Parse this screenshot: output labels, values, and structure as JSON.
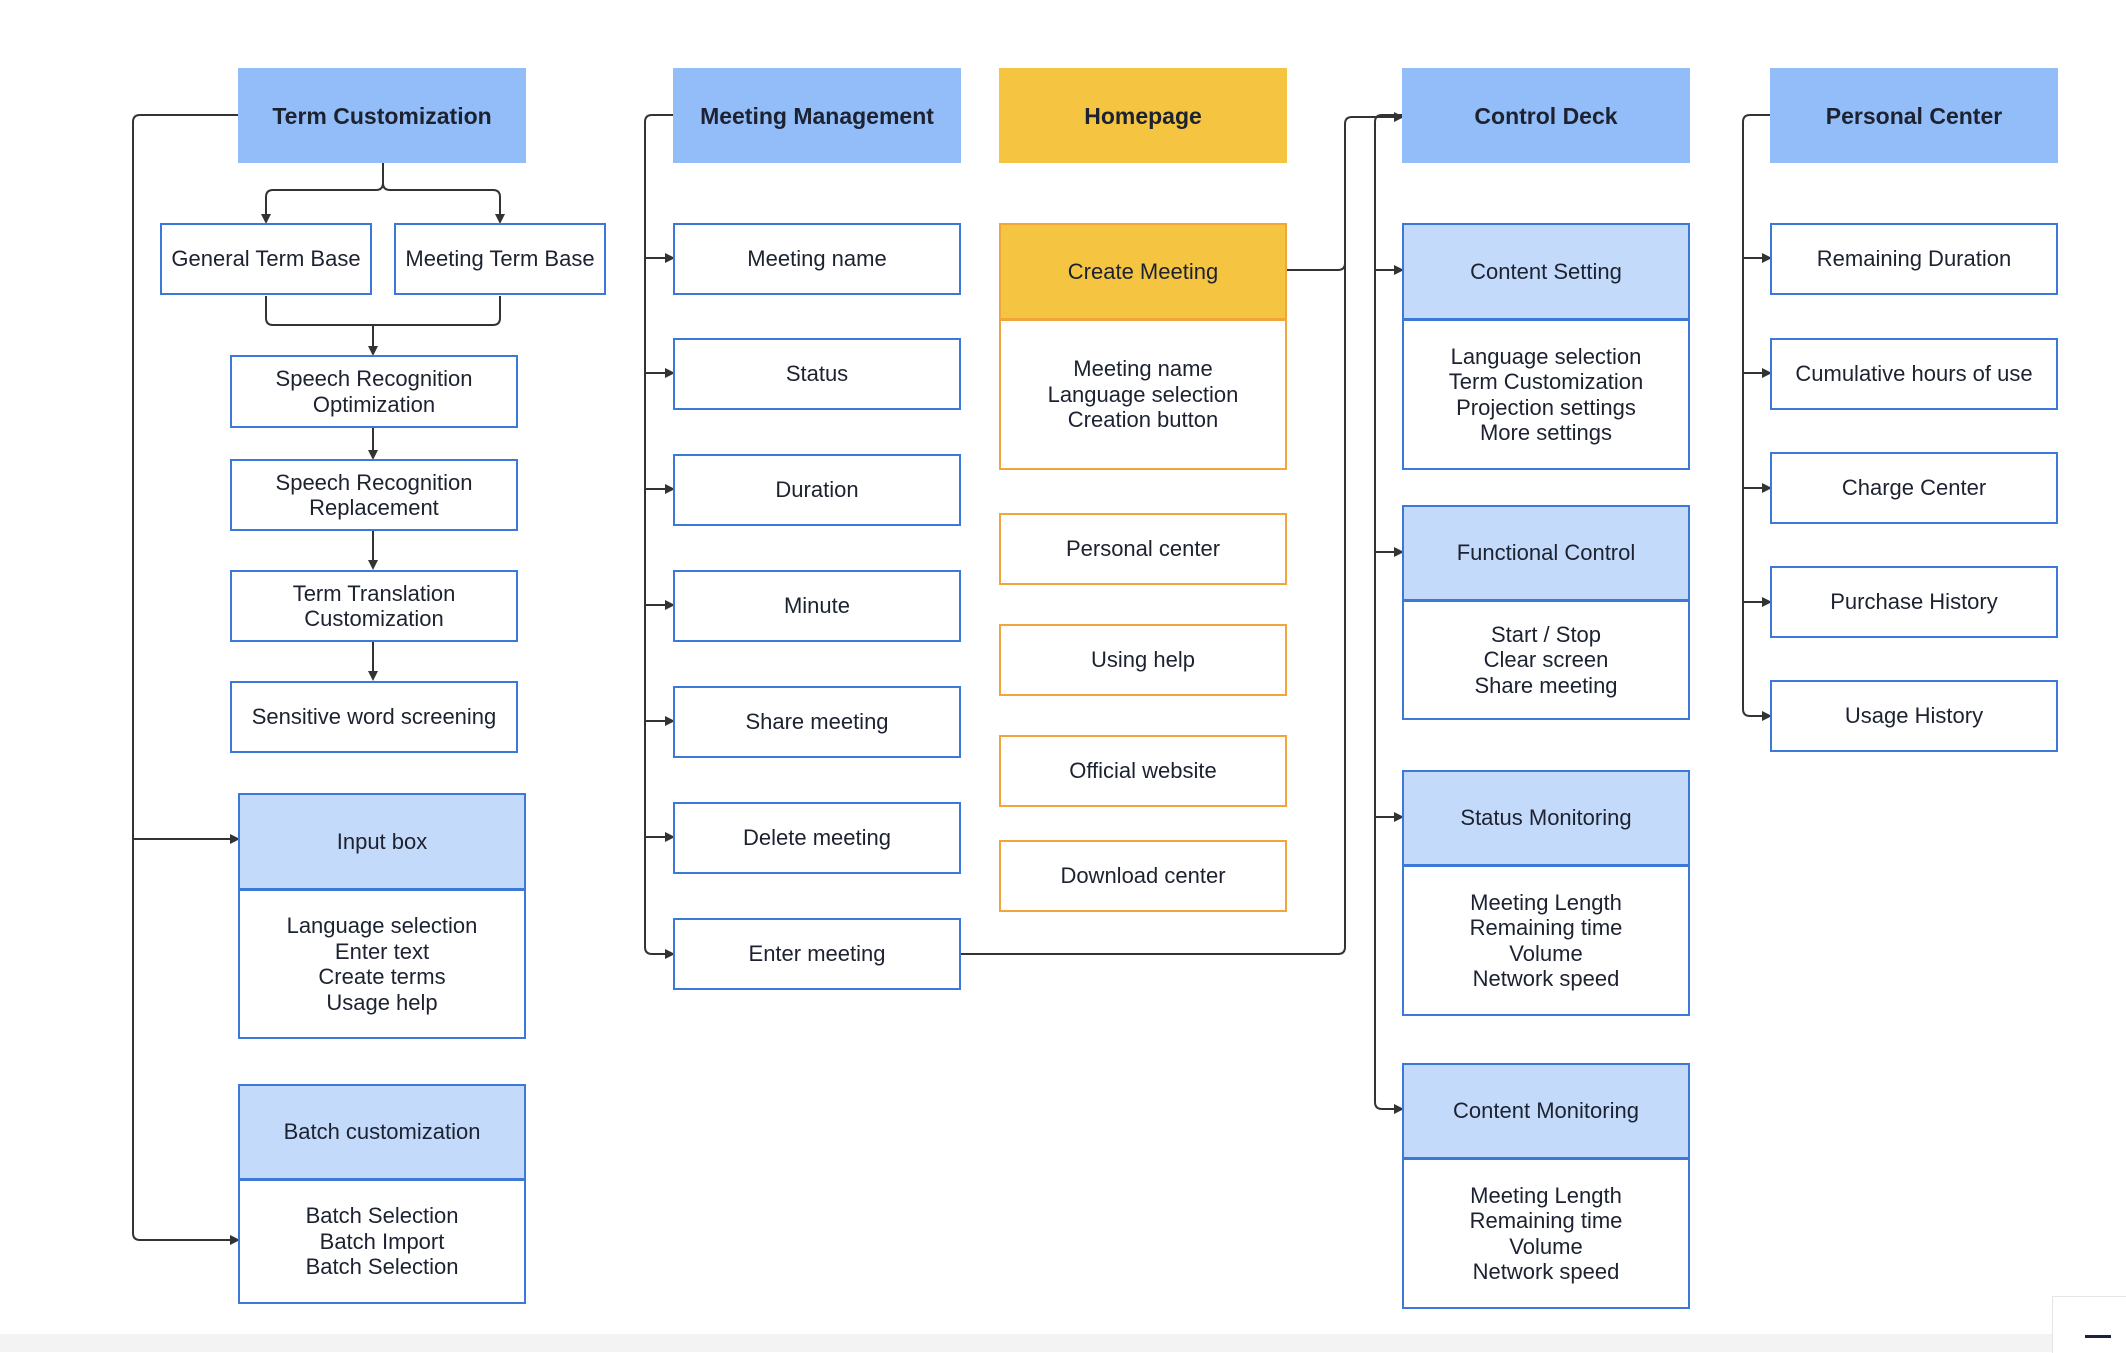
{
  "columns": {
    "term": {
      "header": "Term Customization",
      "general_term_base": "General Term Base",
      "meeting_term_base": "Meeting Term Base",
      "chain": [
        [
          "Speech Recognition",
          "Optimization"
        ],
        [
          "Speech Recognition",
          "Replacement"
        ],
        [
          "Term Translation",
          "Customization"
        ],
        [
          "Sensitive word screening"
        ]
      ],
      "input_box": {
        "title": "Input box",
        "items": [
          "Language selection",
          "Enter text",
          "Create terms",
          "Usage help"
        ]
      },
      "batch": {
        "title": "Batch customization",
        "items": [
          "Batch Selection",
          "Batch Import",
          "Batch Selection"
        ]
      }
    },
    "meeting": {
      "header": "Meeting Management",
      "items": [
        "Meeting name",
        "Status",
        "Duration",
        "Minute",
        "Share meeting",
        "Delete meeting",
        "Enter meeting"
      ]
    },
    "home": {
      "header": "Homepage",
      "create": {
        "title": "Create Meeting",
        "items": [
          "Meeting name",
          "Language selection",
          "Creation button"
        ]
      },
      "items": [
        "Personal center",
        "Using help",
        "Official website",
        "Download center"
      ]
    },
    "control": {
      "header": "Control Deck",
      "cards": [
        {
          "title": "Content Setting",
          "items": [
            "Language selection",
            "Term Customization",
            "Projection settings",
            "More settings"
          ]
        },
        {
          "title": "Functional Control",
          "items": [
            "Start / Stop",
            "Clear screen",
            "Share meeting"
          ]
        },
        {
          "title": "Status Monitoring",
          "items": [
            "Meeting Length",
            "Remaining time",
            "Volume",
            "Network speed"
          ]
        },
        {
          "title": "Content Monitoring",
          "items": [
            "Meeting Length",
            "Remaining time",
            "Volume",
            "Network speed"
          ]
        }
      ]
    },
    "personal": {
      "header": "Personal Center",
      "items": [
        "Remaining Duration",
        "Cumulative hours of use",
        "Charge Center",
        "Purchase History",
        "Usage History"
      ]
    }
  },
  "colors": {
    "blue_header": "#93bdf8",
    "light_blue": "#c4dafa",
    "blue_border": "#3c78d8",
    "gold": "#f5c542",
    "orange_border": "#f0a63a",
    "line": "#333333"
  }
}
